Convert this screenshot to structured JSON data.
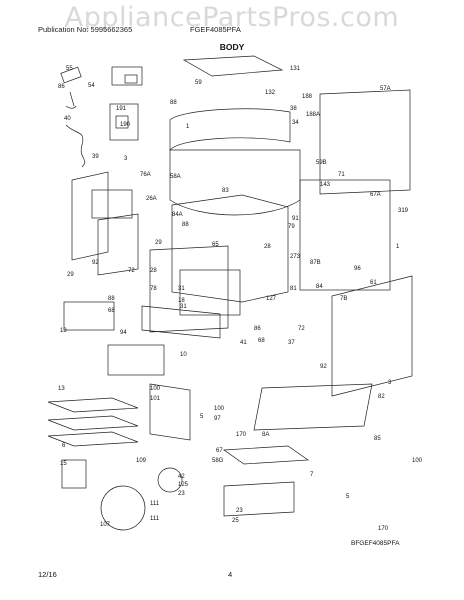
{
  "watermark": "AppliancePartsPros.com",
  "header": {
    "publication": "Publication No: 5995662365",
    "model": "FGEF4085PFA",
    "section": "BODY"
  },
  "footer": {
    "date": "12/16",
    "page": "4",
    "diagram_code": "BFGEF4085PFA"
  },
  "callouts": [
    "55",
    "54",
    "86",
    "40",
    "191",
    "190",
    "39",
    "3",
    "76A",
    "92",
    "29",
    "72",
    "26A",
    "29",
    "28",
    "78",
    "31",
    "18",
    "88",
    "68",
    "13",
    "94",
    "10",
    "13",
    "15",
    "6",
    "100",
    "101",
    "107",
    "109",
    "111",
    "125",
    "111",
    "42",
    "23",
    "131",
    "59",
    "132",
    "188",
    "188A",
    "88",
    "1",
    "58A",
    "83",
    "84A",
    "88",
    "65",
    "28",
    "273",
    "127",
    "31",
    "81",
    "72",
    "86",
    "41",
    "68",
    "37",
    "100",
    "97",
    "5",
    "170",
    "8A",
    "67",
    "58G",
    "7",
    "23",
    "25",
    "38",
    "34",
    "59B",
    "71",
    "143",
    "57A",
    "67A",
    "319",
    "91",
    "79",
    "1",
    "87B",
    "96",
    "61",
    "84",
    "7B",
    "92",
    "3",
    "82",
    "85",
    "100",
    "5",
    "170"
  ]
}
